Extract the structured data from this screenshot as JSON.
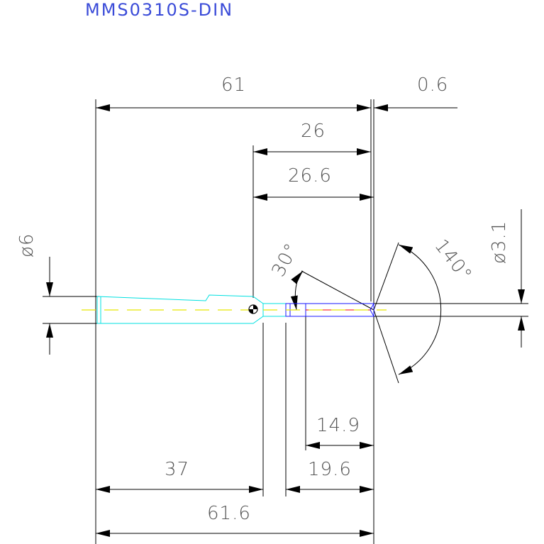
{
  "title": "MMS0310S-DIN",
  "dimensions": {
    "overall_length": "61",
    "tip_offset": "0.6",
    "flute_length": "26",
    "flute_length_2": "26.6",
    "shank_diameter": "ø6",
    "tip_diameter": "ø3.1",
    "neck_angle": "30°",
    "point_angle": "140°",
    "length_14_9": "14.9",
    "length_19_6": "19.6",
    "shank_length": "37",
    "total_length": "61.6"
  },
  "colors": {
    "line": "#000000",
    "tool_outline": "#00e0e0",
    "centerline": "#e8e800",
    "tip_outline": "#1a1aff",
    "tip_core": "#ff0000",
    "title": "#3a4bd8",
    "dim_text": "#555555"
  }
}
